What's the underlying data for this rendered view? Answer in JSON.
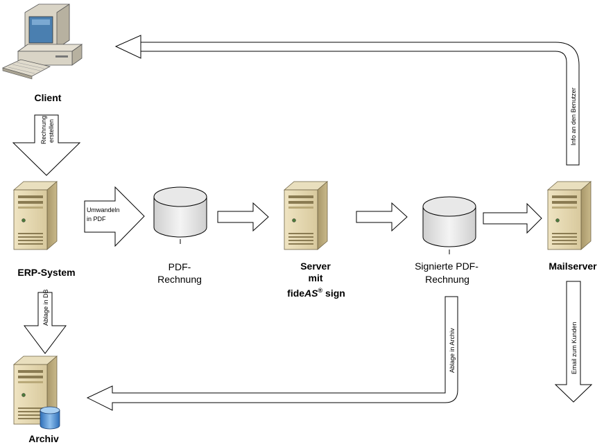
{
  "nodes": {
    "client": "Client",
    "erp": "ERP-System",
    "archiv": "Archiv",
    "pdf_line1": "PDF-",
    "pdf_line2": "Rechnung",
    "server_line1": "Server",
    "server_line2": "mit",
    "server_fide": "fide",
    "server_as": "AS",
    "server_reg": "®",
    "server_sign": " sign",
    "signiert_line1": "Signierte PDF-",
    "signiert_line2": "Rechnung",
    "mailserver": "Mailserver"
  },
  "arrows": {
    "rechnung_line1": "Rechnung",
    "rechnung_line2": "erstellen",
    "umwandeln_line1": "Umwandeln",
    "umwandeln_line2": "in PDF",
    "ablage_db": "Ablage in DB",
    "ablage_archiv": "Ablage in Archiv",
    "email_kunden": "Email zum Kunden",
    "info_benutzer": "Info an den Benutzer"
  },
  "colors": {
    "server_body": "#d9cba0",
    "server_front": "#b8a878",
    "db_fill": "#e6e6e6",
    "db_blue": "#3f7fc8",
    "monitor_screen": "#4a7fb0"
  }
}
